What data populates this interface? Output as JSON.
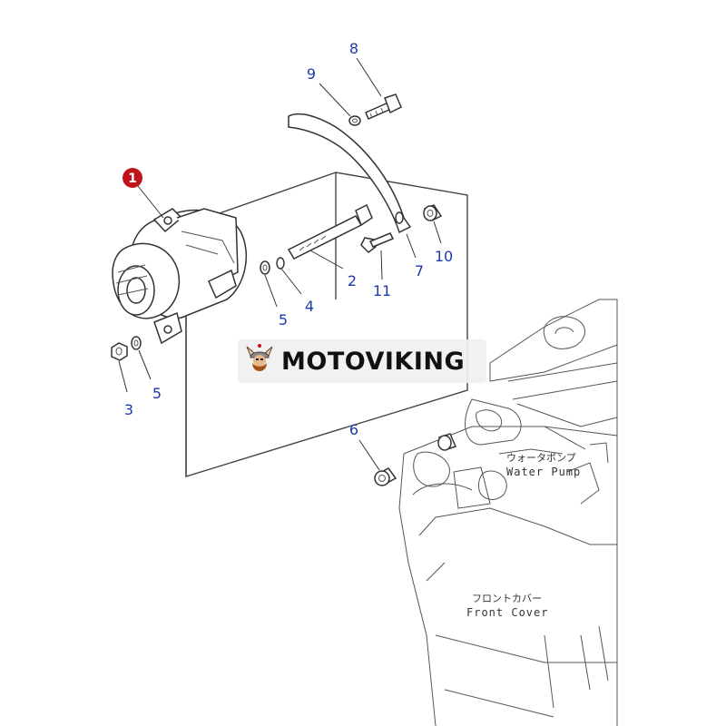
{
  "diagram": {
    "callouts": [
      {
        "id": "1",
        "label": "1"
      },
      {
        "id": "2",
        "label": "2"
      },
      {
        "id": "3",
        "label": "3"
      },
      {
        "id": "4",
        "label": "4"
      },
      {
        "id": "5a",
        "label": "5"
      },
      {
        "id": "5b",
        "label": "5"
      },
      {
        "id": "6",
        "label": "6"
      },
      {
        "id": "7",
        "label": "7"
      },
      {
        "id": "8",
        "label": "8"
      },
      {
        "id": "9",
        "label": "9"
      },
      {
        "id": "10",
        "label": "10"
      },
      {
        "id": "11",
        "label": "11"
      }
    ],
    "engine_labels": {
      "water_pump_jp": "ウォータポンプ",
      "water_pump_en": "Water Pump",
      "front_cover_jp": "フロントカバー",
      "front_cover_en": "Front Cover"
    }
  },
  "watermark": {
    "text": "MOTOVIKING",
    "icon": "viking-icon"
  },
  "colors": {
    "callout": "#1c3aa8",
    "badge": "#c0141c",
    "line": "#333333"
  }
}
